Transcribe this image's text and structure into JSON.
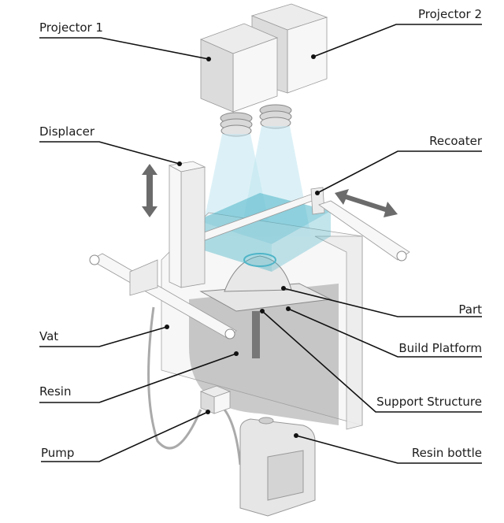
{
  "diagram": {
    "title": "DLP resin 3D printer schematic",
    "labels": {
      "projector1": "Projector 1",
      "projector2": "Projector 2",
      "displacer": "Displacer",
      "recoater": "Recoater",
      "part": "Part",
      "build_platform": "Build Platform",
      "vat": "Vat",
      "resin": "Resin",
      "support_structure": "Support Structure",
      "pump": "Pump",
      "resin_bottle": "Resin bottle"
    },
    "colors": {
      "light_beam": "#bfe6f0",
      "cured_layer": "#4fb5c8",
      "resin": "#8c8c8c",
      "arrow": "#6b6b6b"
    }
  }
}
